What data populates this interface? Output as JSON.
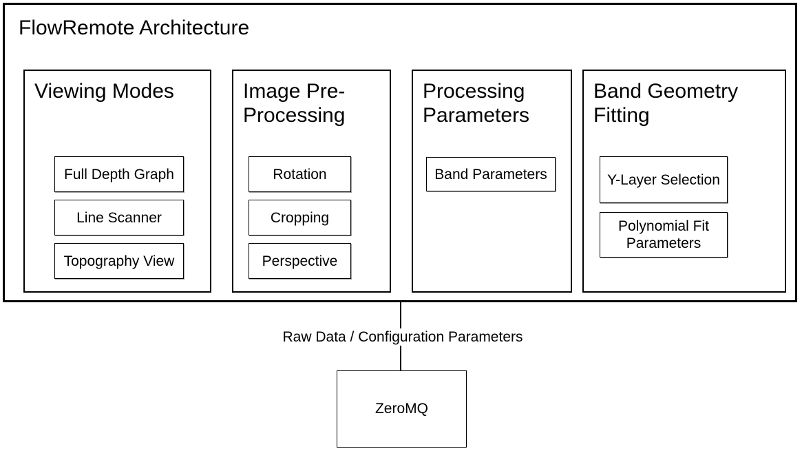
{
  "diagram": {
    "title": "FlowRemote Architecture",
    "columns": [
      {
        "title": "Viewing Modes",
        "items": [
          "Full Depth Graph",
          "Line Scanner",
          "Topography View"
        ]
      },
      {
        "title": "Image Pre-Processing",
        "items": [
          "Rotation",
          "Cropping",
          "Perspective"
        ]
      },
      {
        "title": "Processing Parameters",
        "items": [
          "Band Parameters"
        ]
      },
      {
        "title": "Band Geometry Fitting",
        "items": [
          "Y-Layer Selection",
          "Polynomial Fit Parameters"
        ]
      }
    ],
    "connector": {
      "label": "Raw Data / Configuration Parameters"
    },
    "bottom_node": {
      "label": "ZeroMQ"
    },
    "colors": {
      "border": "#000000",
      "background": "#ffffff",
      "text": "#000000",
      "node_shadow": "#9e9e9e"
    }
  }
}
